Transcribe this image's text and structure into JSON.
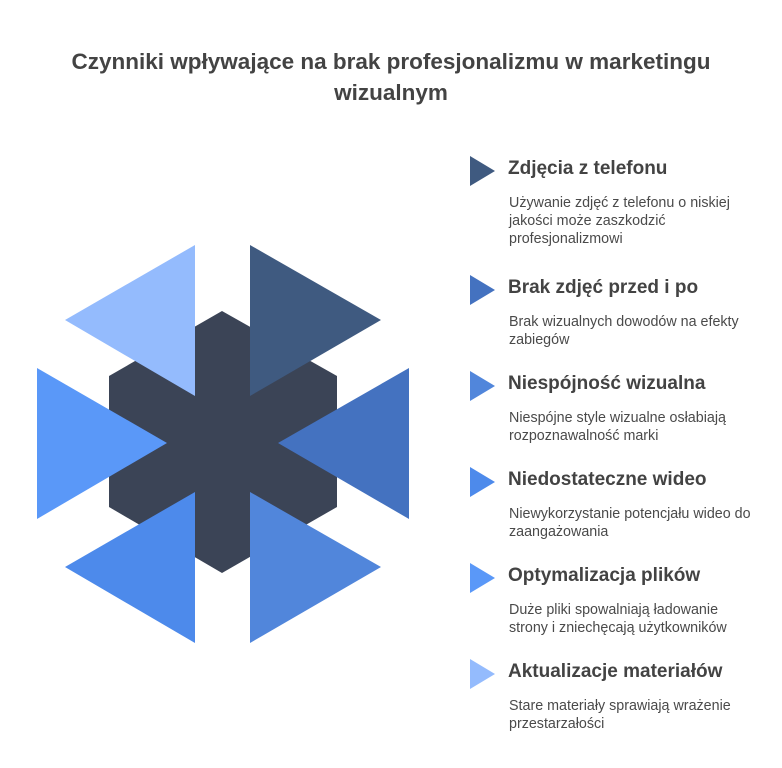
{
  "title": "Czynniki wpływające na brak profesjonalizmu w marketingu wizualnym",
  "colors": {
    "center": "#3b4456",
    "item1": "#3f5a80",
    "item2": "#4472c0",
    "item3": "#5186db",
    "item4": "#4d8aeb",
    "item5": "#5a98f8",
    "item6": "#94bbfd"
  },
  "items": [
    {
      "heading": "Zdjęcia z telefonu",
      "description": "Używanie zdjęć z telefonu o niskiej jakości może zaszkodzić profesjonalizmowi",
      "icon": "triangle-right-icon"
    },
    {
      "heading": "Brak zdjęć przed i po",
      "description": "Brak wizualnych dowodów na efekty zabiegów",
      "icon": "triangle-right-icon"
    },
    {
      "heading": "Niespójność wizualna",
      "description": "Niespójne style wizualne osłabiają rozpoznawalność marki",
      "icon": "triangle-right-icon"
    },
    {
      "heading": "Niedostateczne wideo",
      "description": "Niewykorzystanie potencjału wideo do zaangażowania",
      "icon": "triangle-right-icon"
    },
    {
      "heading": "Optymalizacja plików",
      "description": "Duże pliki spowalniają ładowanie strony i zniechęcają użytkowników",
      "icon": "triangle-right-icon"
    },
    {
      "heading": "Aktualizacje materiałów",
      "description": "Stare materiały sprawiają wrażenie przestarzałości",
      "icon": "triangle-right-icon"
    }
  ]
}
